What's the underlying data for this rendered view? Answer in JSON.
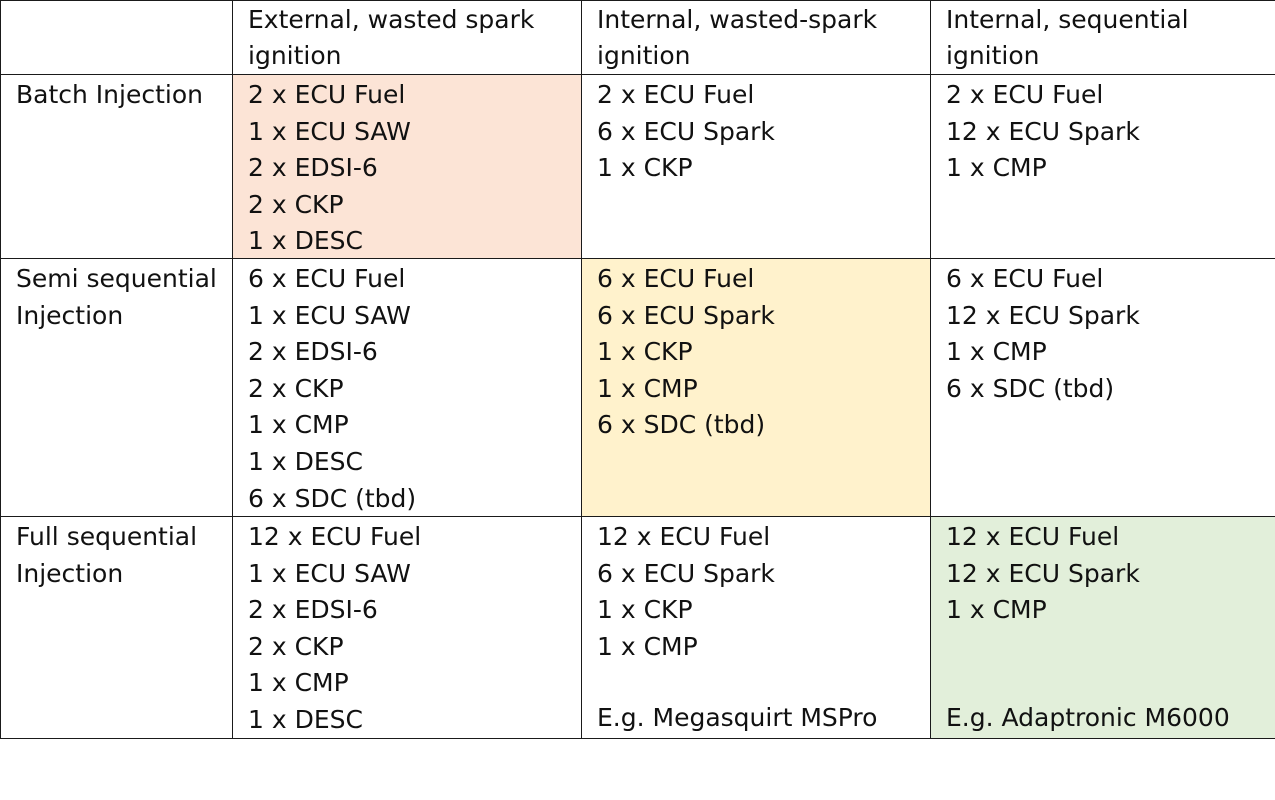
{
  "table": {
    "header": {
      "col1": [
        "External, wasted spark",
        "ignition"
      ],
      "col2": [
        "Internal, wasted-spark",
        "ignition"
      ],
      "col3": [
        "Internal, sequential",
        "ignition"
      ]
    },
    "rows": [
      {
        "label": [
          "Batch Injection"
        ],
        "cells": [
          {
            "lines": [
              "2 x ECU Fuel",
              "1 x ECU SAW",
              "2 x EDSI-6",
              "2 x CKP",
              "1 x DESC"
            ],
            "highlight": "#fce4d6"
          },
          {
            "lines": [
              "2 x ECU Fuel",
              "6 x ECU Spark",
              "1 x CKP"
            ]
          },
          {
            "lines": [
              "2 x ECU Fuel",
              "12 x ECU Spark",
              "1 x CMP"
            ]
          }
        ]
      },
      {
        "label": [
          "Semi sequential",
          "Injection"
        ],
        "cells": [
          {
            "lines": [
              "6 x ECU Fuel",
              "1 x ECU SAW",
              "2 x EDSI-6",
              "2 x CKP",
              "1 x CMP",
              "1 x DESC",
              "6 x SDC (tbd)"
            ]
          },
          {
            "lines": [
              "6 x ECU Fuel",
              "6 x ECU Spark",
              "1 x CKP",
              "1 x CMP",
              "6 x SDC (tbd)"
            ],
            "highlight": "#fff2cc"
          },
          {
            "lines": [
              "6 x ECU Fuel",
              "12 x ECU Spark",
              "1 x CMP",
              "6 x SDC (tbd)"
            ]
          }
        ]
      },
      {
        "label": [
          "Full sequential",
          "Injection"
        ],
        "cells": [
          {
            "lines": [
              "12 x ECU Fuel",
              "1 x ECU SAW",
              "2 x EDSI-6",
              "2 x CKP",
              "1 x CMP",
              "1 x DESC"
            ]
          },
          {
            "lines": [
              "12 x ECU Fuel",
              "6 x ECU Spark",
              "1 x CKP",
              "1 x CMP"
            ],
            "example": "E.g. Megasquirt MSPro"
          },
          {
            "lines": [
              "12 x ECU Fuel",
              "12 x ECU Spark",
              "1 x CMP"
            ],
            "example": "E.g. Adaptronic M6000",
            "highlight": "#e2efda"
          }
        ]
      }
    ]
  }
}
